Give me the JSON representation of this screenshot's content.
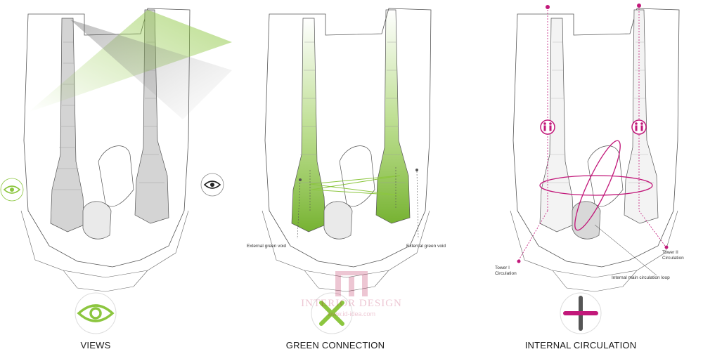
{
  "panels": [
    {
      "caption": "VIEWS"
    },
    {
      "caption": "GREEN CONNECTION",
      "notes": [
        "External green void",
        "External green void"
      ]
    },
    {
      "caption": "INTERNAL CIRCULATION",
      "notes": [
        "Tower I\nCirculation",
        "Tower II\nCirculation",
        "Internal main circulation loop"
      ]
    }
  ],
  "watermark": {
    "title": "INTERIOR DESIGN",
    "sub": "www.id-idea.com"
  },
  "colors": {
    "views": "#8cc63f",
    "green": "#8cc63f",
    "circulation": "#c2187a",
    "line": "#555555"
  }
}
